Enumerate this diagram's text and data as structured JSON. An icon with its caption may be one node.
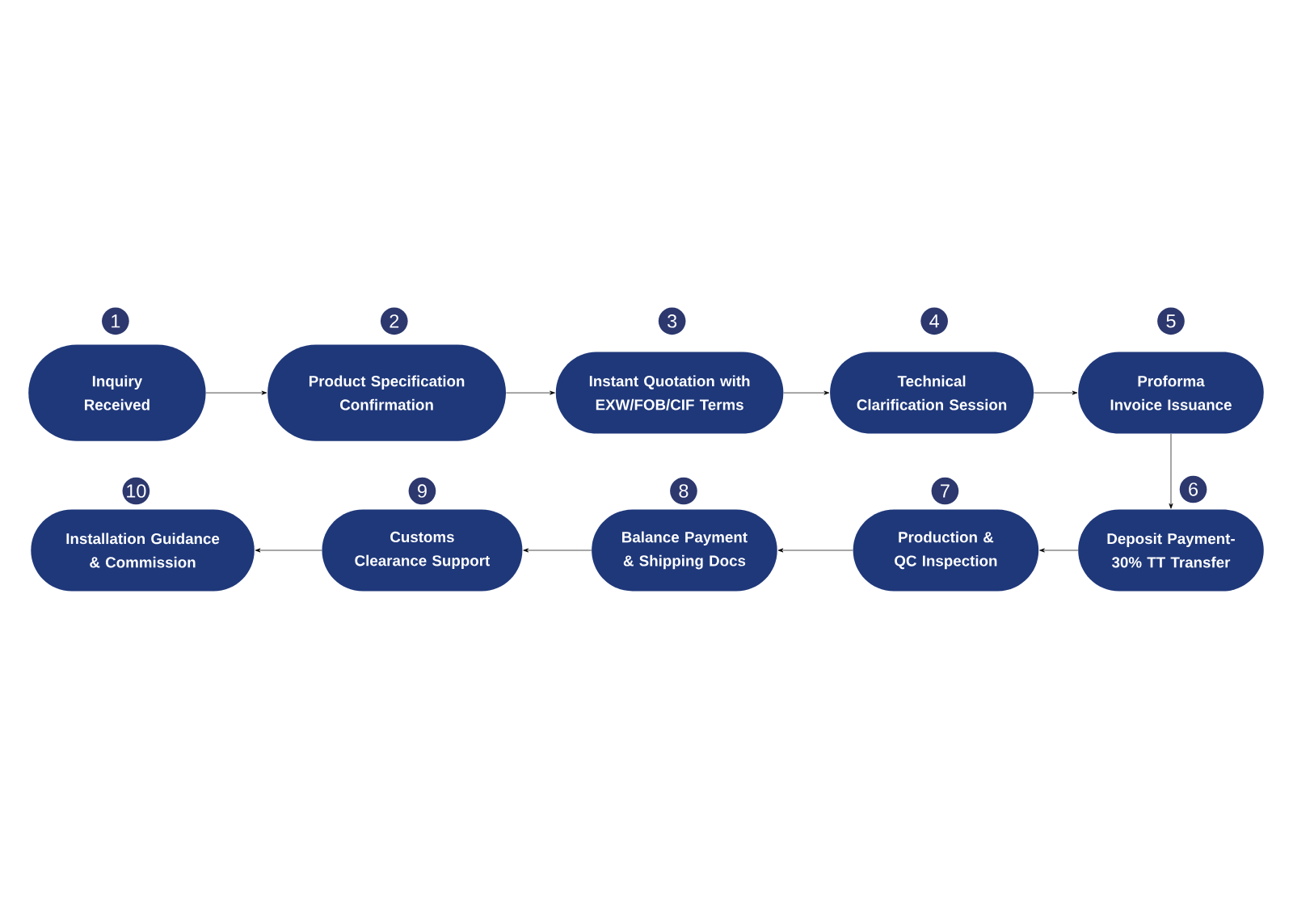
{
  "diagram": {
    "nodes": [
      {
        "text": [
          "Inquiry Received"
        ],
        "beside": [
          "1"
        ]
      },
      {
        "text": [
          "Product Specification Confirmation"
        ],
        "beside": [
          "2"
        ]
      },
      {
        "text": [
          "Instant Quotation with EXW/FOB/CIF Terms"
        ],
        "beside": [
          "3"
        ]
      },
      {
        "text": [
          "Technical Clarification Session"
        ],
        "beside": [
          "4"
        ]
      },
      {
        "text": [
          "Proforma Invoice Issuance"
        ],
        "beside": [
          "5"
        ]
      },
      {
        "text": [
          "Deposit Payment- 30% TT Transfer"
        ],
        "beside": [
          "6"
        ]
      },
      {
        "text": [
          "Production & QC Inspection"
        ],
        "beside": [
          "7"
        ]
      },
      {
        "text": [
          "Balance Payment & Shipping Docs"
        ],
        "beside": [
          "8"
        ]
      },
      {
        "text": [
          "Customs Clearance Support"
        ],
        "beside": [
          "9"
        ]
      },
      {
        "text": [
          "Installation Guidance & Commission"
        ],
        "beside": [
          "10"
        ]
      }
    ],
    "edges": [
      {
        "from": 0,
        "to": 1,
        "arrow": "to"
      },
      {
        "from": 1,
        "to": 2,
        "arrow": "to"
      },
      {
        "from": 2,
        "to": 3,
        "arrow": "to"
      },
      {
        "from": 3,
        "to": 4,
        "arrow": "to"
      },
      {
        "from": 4,
        "to": 5,
        "arrow": "to"
      },
      {
        "from": 5,
        "to": 6,
        "arrow": "to"
      },
      {
        "from": 6,
        "to": 7,
        "arrow": "to"
      },
      {
        "from": 7,
        "to": 8,
        "arrow": "to"
      },
      {
        "from": 8,
        "to": 9,
        "arrow": "to"
      }
    ]
  }
}
